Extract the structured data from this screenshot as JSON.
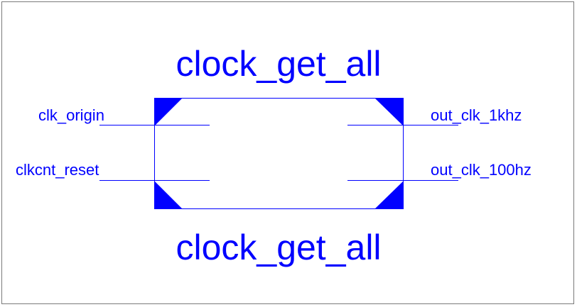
{
  "symbol": {
    "title_top": "clock_get_all",
    "title_bottom": "clock_get_all",
    "color": "#0000ff",
    "frame_color": "#7a7a7a",
    "inputs": [
      {
        "name": "clk_origin"
      },
      {
        "name": "clkcnt_reset"
      }
    ],
    "outputs": [
      {
        "name": "out_clk_1khz"
      },
      {
        "name": "out_clk_100hz"
      }
    ]
  }
}
